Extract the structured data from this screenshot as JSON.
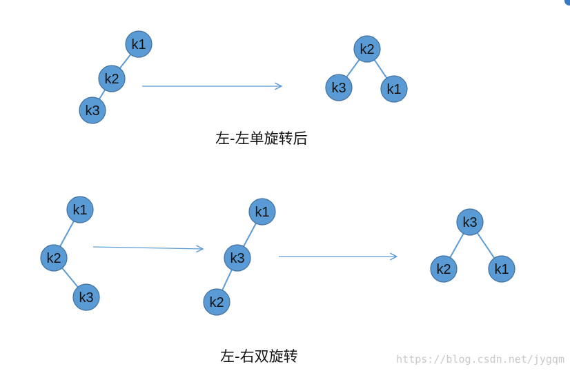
{
  "captions": {
    "single_rotation": "左-左单旋转后",
    "double_rotation": "左-右双旋转"
  },
  "watermark": "https://blog.csdn.net/jygqm",
  "colors": {
    "node_fill": "#5b9bd5",
    "edge": "#5b9bd5"
  },
  "trees": [
    {
      "id": "ll-before",
      "nodes": [
        {
          "label": "k1"
        },
        {
          "label": "k2"
        },
        {
          "label": "k3"
        }
      ],
      "edges": [
        [
          "k1",
          "k2"
        ],
        [
          "k2",
          "k3"
        ]
      ]
    },
    {
      "id": "ll-after",
      "nodes": [
        {
          "label": "k2"
        },
        {
          "label": "k3"
        },
        {
          "label": "k1"
        }
      ],
      "edges": [
        [
          "k2",
          "k3"
        ],
        [
          "k2",
          "k1"
        ]
      ]
    },
    {
      "id": "lr-before",
      "nodes": [
        {
          "label": "k1"
        },
        {
          "label": "k2"
        },
        {
          "label": "k3"
        }
      ],
      "edges": [
        [
          "k1",
          "k2"
        ],
        [
          "k2",
          "k3"
        ]
      ]
    },
    {
      "id": "lr-middle",
      "nodes": [
        {
          "label": "k1"
        },
        {
          "label": "k3"
        },
        {
          "label": "k2"
        }
      ],
      "edges": [
        [
          "k1",
          "k3"
        ],
        [
          "k3",
          "k2"
        ]
      ]
    },
    {
      "id": "lr-after",
      "nodes": [
        {
          "label": "k3"
        },
        {
          "label": "k2"
        },
        {
          "label": "k1"
        }
      ],
      "edges": [
        [
          "k3",
          "k2"
        ],
        [
          "k3",
          "k1"
        ]
      ]
    }
  ]
}
